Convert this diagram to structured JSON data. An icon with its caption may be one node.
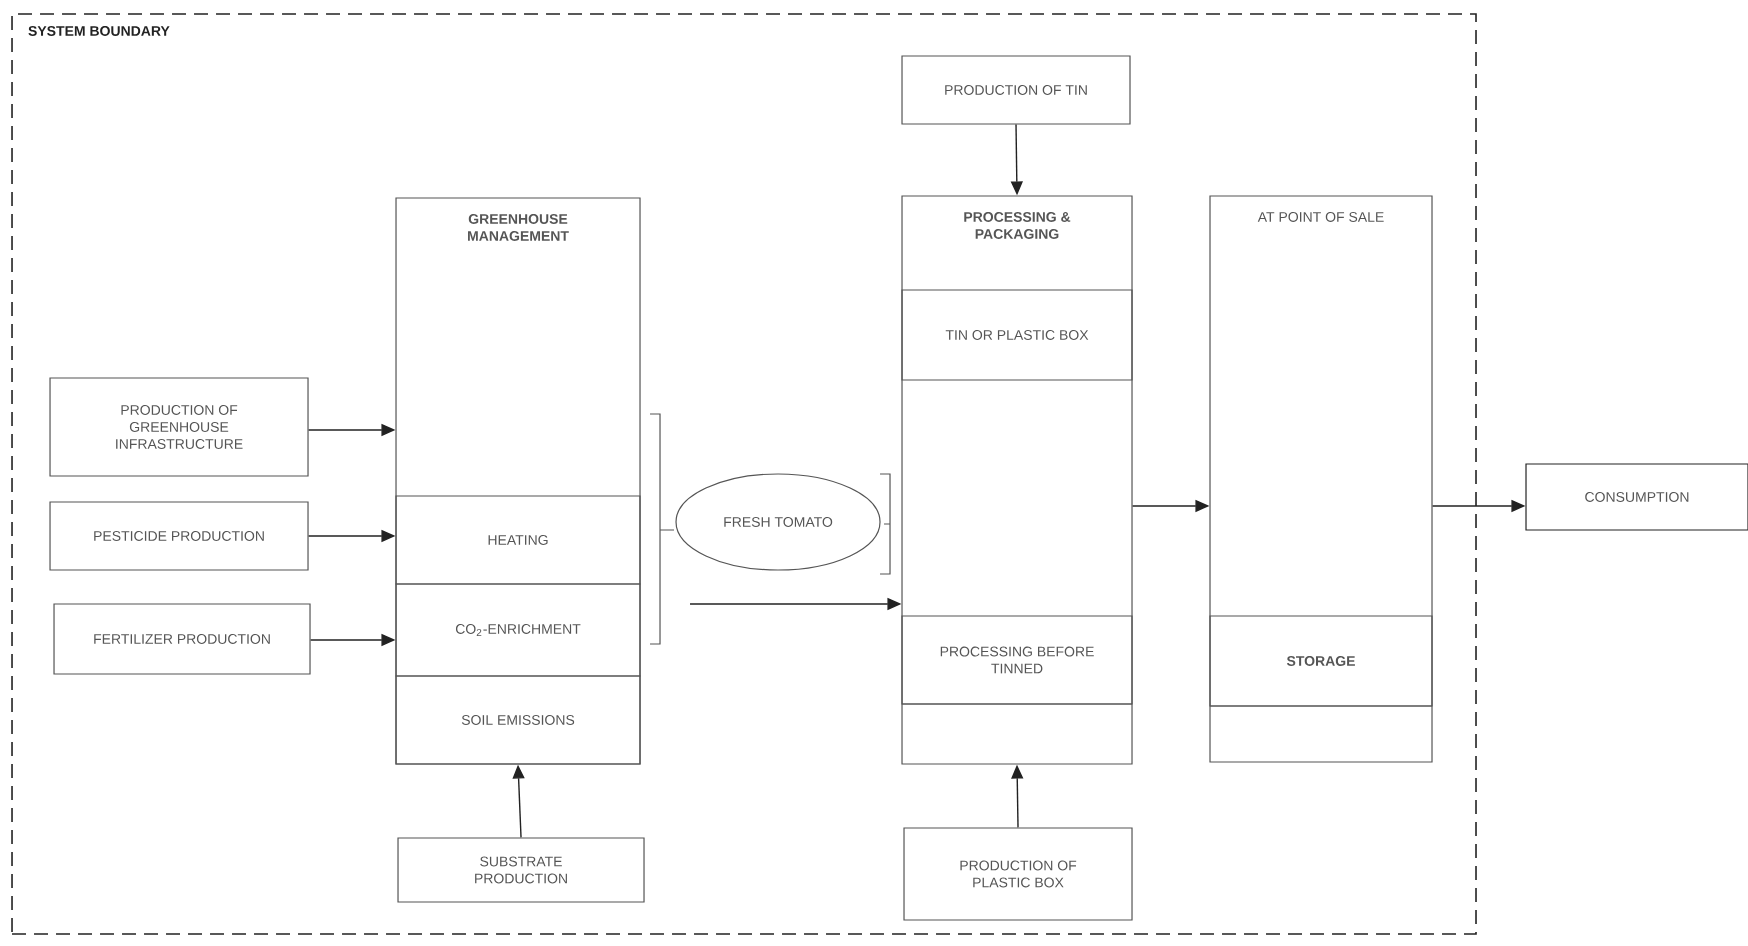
{
  "diagram": {
    "nodes": [
      {
        "text": [
          "SYSTEM BOUNDARY"
        ]
      },
      {
        "text": [
          "GREENHOUSE MANAGEMENT"
        ],
        "in": 0
      },
      {
        "text": [
          "HEATING"
        ],
        "in": 1
      },
      {
        "text": [
          "CO$_{2}$-ENRICHMENT"
        ],
        "in": 1
      },
      {
        "text": [
          "SOIL EMISSIONS"
        ],
        "in": 1
      },
      {
        "text": [
          "PRODUCTION OF GREENHOUSE INFRASTRUCTURE"
        ],
        "in": 0
      },
      {
        "text": [
          "PESTICIDE PRODUCTION"
        ],
        "in": 0
      },
      {
        "text": [
          "FERTILIZER PRODUCTION"
        ],
        "in": 0
      },
      {
        "text": [
          "SUBSTRATE PRODUCTION"
        ],
        "in": 0
      },
      {
        "text": [
          "FRESH TOMATO"
        ],
        "in": 0
      },
      {
        "text": [
          "PRODUCTION OF TIN"
        ],
        "in": 0
      },
      {
        "text": [
          "PROCESSING & PACKAGING"
        ],
        "in": 0
      },
      {
        "text": [
          "TIN OR PLASTIC BOX"
        ],
        "in": 11
      },
      {
        "text": [
          "PROCESSING BEFORE TINNED"
        ],
        "in": 11
      },
      {
        "text": [
          "PRODUCTION OF PLASTIC BOX"
        ],
        "in": 0
      },
      {
        "text": [
          "AT POINT OF SALE"
        ],
        "in": 0
      },
      {
        "text": [
          "STORAGE"
        ],
        "in": 15
      },
      {
        "text": [
          "CONSUMPTION"
        ]
      }
    ],
    "edges": [
      {
        "from": 5,
        "to": 1,
        "arrow": "to"
      },
      {
        "from": 6,
        "to": 2,
        "arrow": "to"
      },
      {
        "from": 7,
        "to": 3,
        "arrow": "to"
      },
      {
        "from": 8,
        "to": 4,
        "arrow": "to"
      },
      {
        "from": 10,
        "to": 11,
        "arrow": "to"
      },
      {
        "from": 14,
        "to": 11,
        "arrow": "to"
      },
      {
        "from": 9,
        "to": 11,
        "arrow": "to"
      },
      {
        "from": 11,
        "to": 15,
        "arrow": "to"
      },
      {
        "from": 15,
        "to": 17,
        "arrow": "to"
      }
    ]
  }
}
